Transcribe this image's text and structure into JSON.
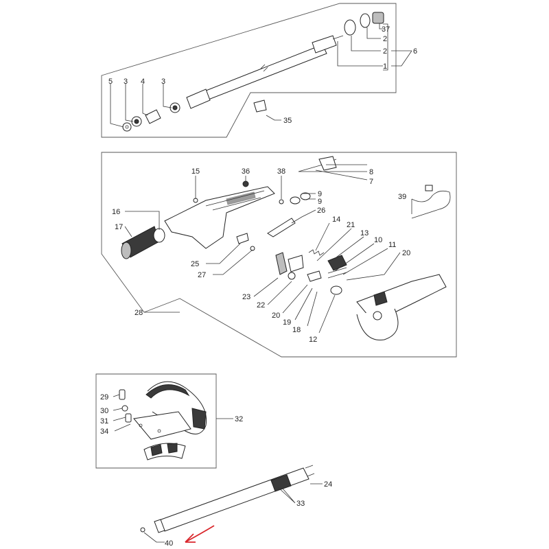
{
  "diagram": {
    "callouts": {
      "c1": "1",
      "c2a": "2",
      "c2b": "2",
      "c3a": "3",
      "c3b": "3",
      "c4": "4",
      "c5": "5",
      "c6": "6",
      "c7": "7",
      "c8": "8",
      "c9a": "9",
      "c9b": "9",
      "c10": "10",
      "c11": "11",
      "c12": "12",
      "c13": "13",
      "c14": "14",
      "c15": "15",
      "c16": "16",
      "c17": "17",
      "c18": "18",
      "c19": "19",
      "c20a": "20",
      "c20b": "20",
      "c21": "21",
      "c22": "22",
      "c23": "23",
      "c24": "24",
      "c25": "25",
      "c26": "26",
      "c27": "27",
      "c28": "28",
      "c29": "29",
      "c30": "30",
      "c31": "31",
      "c32": "32",
      "c33": "33",
      "c34": "34",
      "c35": "35",
      "c36": "36",
      "c37": "37",
      "c38": "38",
      "c39": "39",
      "c40": "40"
    },
    "highlight_color": "#d9262b"
  }
}
